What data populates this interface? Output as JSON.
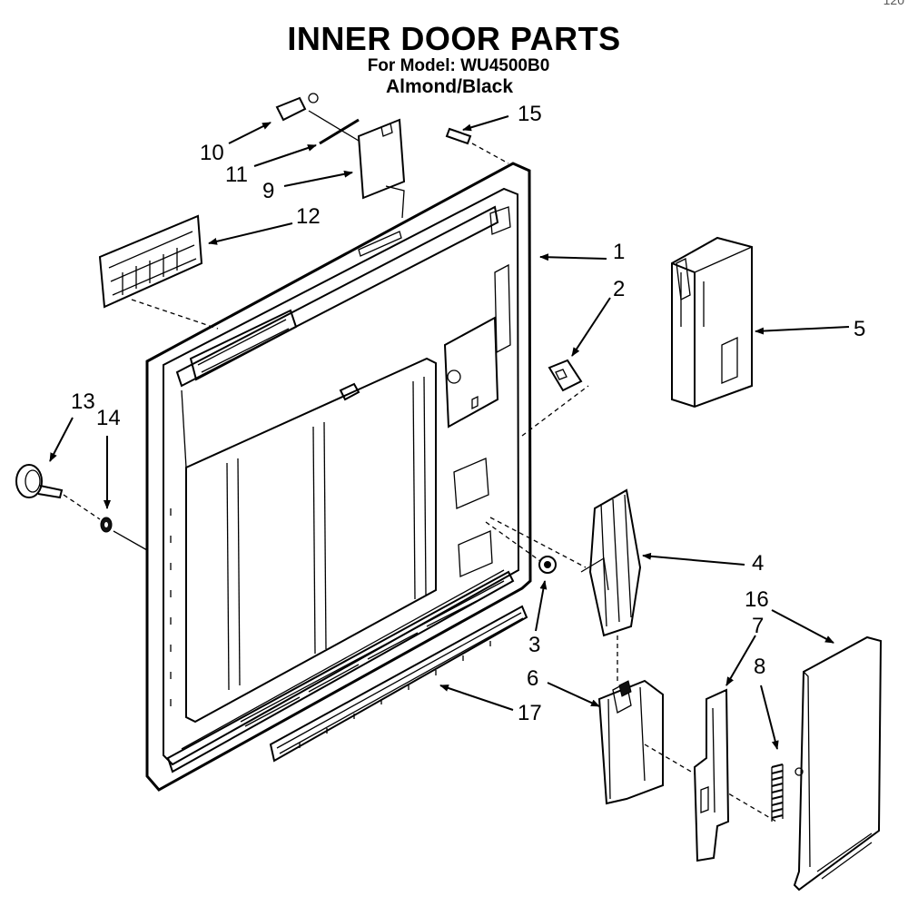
{
  "diagram": {
    "title": "INNER DOOR PARTS",
    "model_line": "For Model: WU4500B0",
    "color_line": "Almond/Black",
    "corner_mark": "120"
  },
  "callouts": [
    "1",
    "2",
    "3",
    "4",
    "5",
    "6",
    "7",
    "8",
    "9",
    "10",
    "11",
    "12",
    "13",
    "14",
    "15",
    "16",
    "17"
  ]
}
